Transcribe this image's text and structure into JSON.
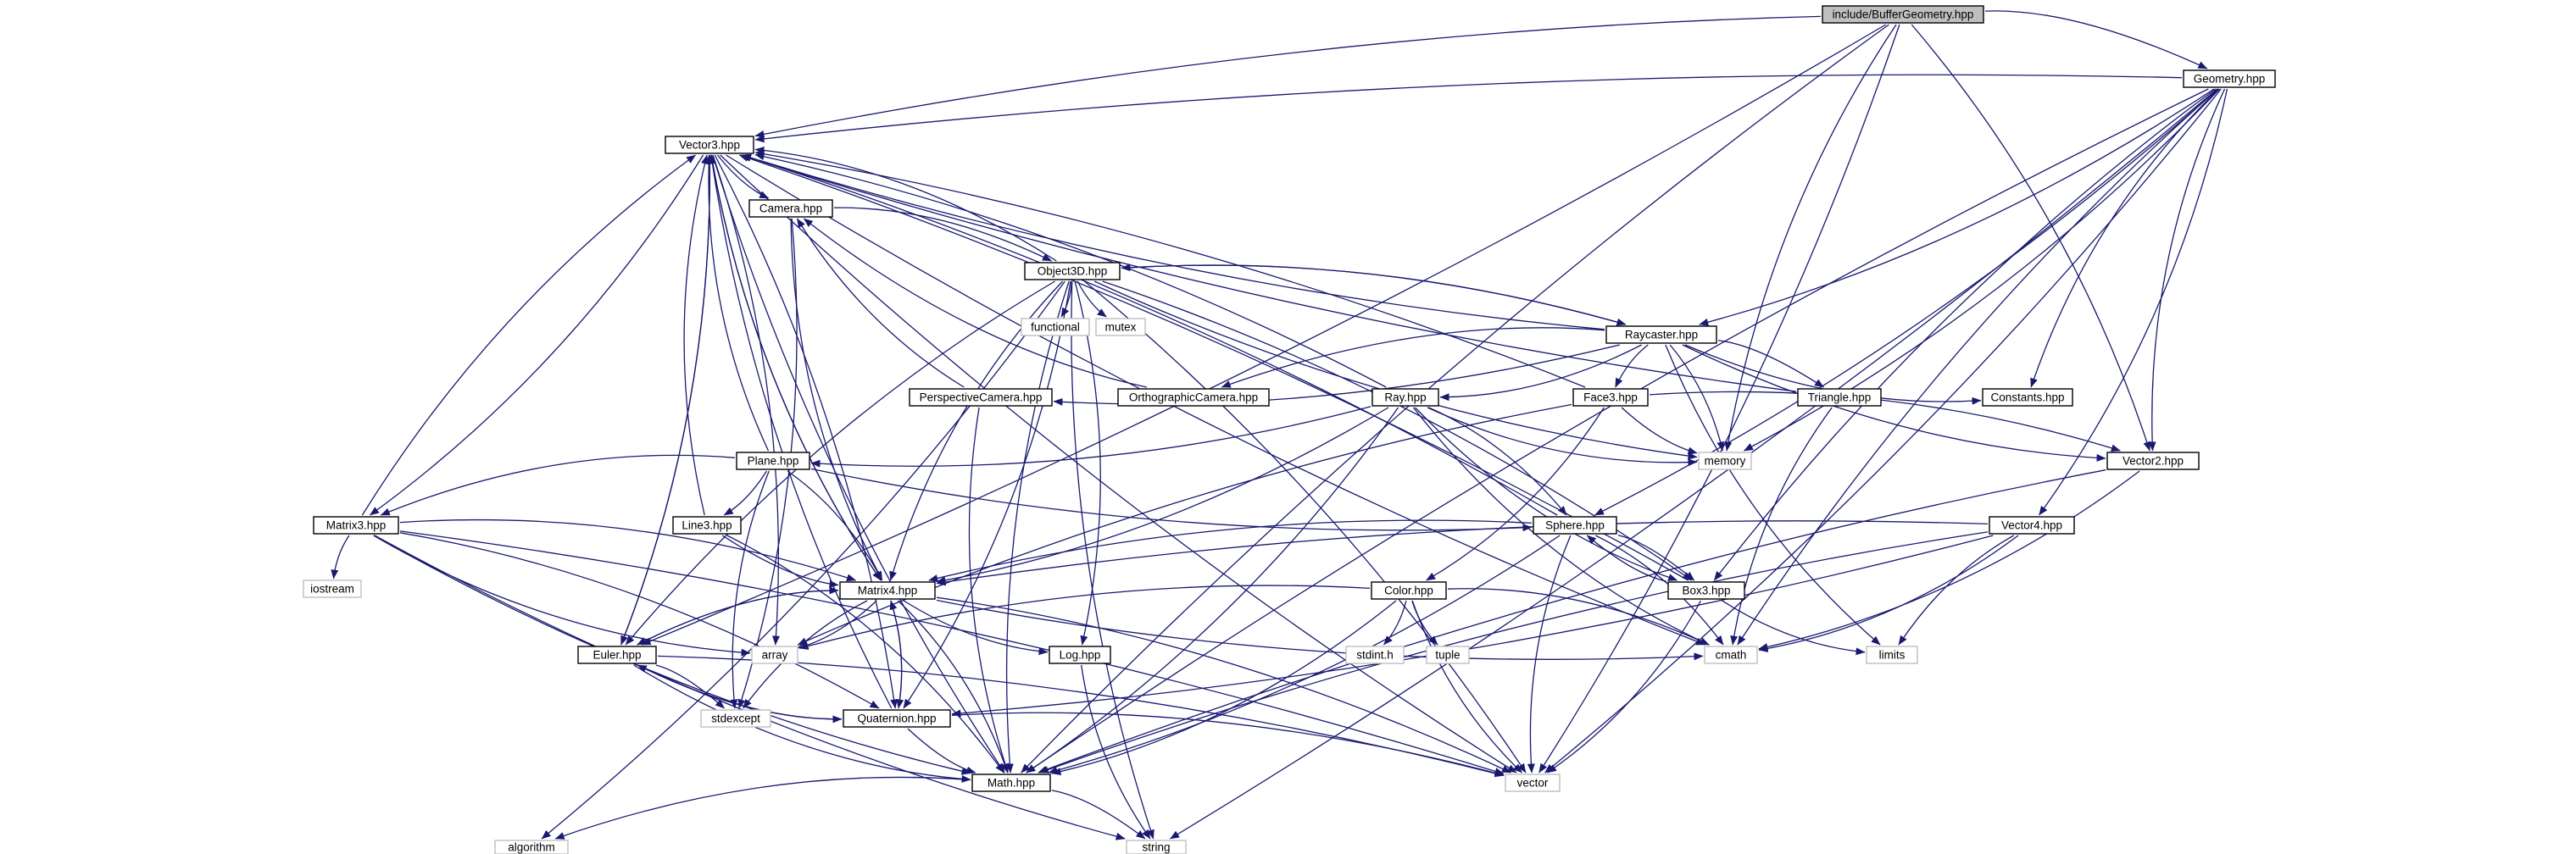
{
  "colors": {
    "edge": "#191970",
    "root_fill": "#bfbfbf",
    "node_border": "#000000",
    "system_border": "#bfbfbf",
    "background": "#ffffff"
  },
  "nodes": [
    {
      "id": "buffergeometry",
      "label": "include/BufferGeometry.hpp",
      "kind": "root"
    },
    {
      "id": "geometry",
      "label": "Geometry.hpp",
      "kind": "header"
    },
    {
      "id": "vector3",
      "label": "Vector3.hpp",
      "kind": "header"
    },
    {
      "id": "camera",
      "label": "Camera.hpp",
      "kind": "header"
    },
    {
      "id": "object3d",
      "label": "Object3D.hpp",
      "kind": "header"
    },
    {
      "id": "functional",
      "label": "functional",
      "kind": "system"
    },
    {
      "id": "mutex",
      "label": "mutex",
      "kind": "system"
    },
    {
      "id": "raycaster",
      "label": "Raycaster.hpp",
      "kind": "header"
    },
    {
      "id": "perspectivecamera",
      "label": "PerspectiveCamera.hpp",
      "kind": "header"
    },
    {
      "id": "orthographiccamera",
      "label": "OrthographicCamera.hpp",
      "kind": "header"
    },
    {
      "id": "ray",
      "label": "Ray.hpp",
      "kind": "header"
    },
    {
      "id": "face3",
      "label": "Face3.hpp",
      "kind": "header"
    },
    {
      "id": "triangle",
      "label": "Triangle.hpp",
      "kind": "header"
    },
    {
      "id": "constants",
      "label": "Constants.hpp",
      "kind": "header"
    },
    {
      "id": "memory",
      "label": "memory",
      "kind": "system"
    },
    {
      "id": "vector2",
      "label": "Vector2.hpp",
      "kind": "header"
    },
    {
      "id": "plane",
      "label": "Plane.hpp",
      "kind": "header"
    },
    {
      "id": "matrix3",
      "label": "Matrix3.hpp",
      "kind": "header"
    },
    {
      "id": "line3",
      "label": "Line3.hpp",
      "kind": "header"
    },
    {
      "id": "sphere",
      "label": "Sphere.hpp",
      "kind": "header"
    },
    {
      "id": "vector4",
      "label": "Vector4.hpp",
      "kind": "header"
    },
    {
      "id": "iostream",
      "label": "iostream",
      "kind": "system"
    },
    {
      "id": "matrix4",
      "label": "Matrix4.hpp",
      "kind": "header"
    },
    {
      "id": "box3",
      "label": "Box3.hpp",
      "kind": "header"
    },
    {
      "id": "color",
      "label": "Color.hpp",
      "kind": "header"
    },
    {
      "id": "array",
      "label": "array",
      "kind": "system"
    },
    {
      "id": "cmath",
      "label": "cmath",
      "kind": "system"
    },
    {
      "id": "stdint",
      "label": "stdint.h",
      "kind": "system"
    },
    {
      "id": "tuple",
      "label": "tuple",
      "kind": "system"
    },
    {
      "id": "limits",
      "label": "limits",
      "kind": "system"
    },
    {
      "id": "euler",
      "label": "Euler.hpp",
      "kind": "header"
    },
    {
      "id": "log",
      "label": "Log.hpp",
      "kind": "header"
    },
    {
      "id": "stdexcept",
      "label": "stdexcept",
      "kind": "system"
    },
    {
      "id": "quaternion",
      "label": "Quaternion.hpp",
      "kind": "header"
    },
    {
      "id": "math",
      "label": "Math.hpp",
      "kind": "header"
    },
    {
      "id": "vector",
      "label": "vector",
      "kind": "system"
    },
    {
      "id": "algorithm",
      "label": "algorithm",
      "kind": "system"
    },
    {
      "id": "string",
      "label": "string",
      "kind": "system"
    }
  ],
  "edges": [
    [
      "buffergeometry",
      "geometry"
    ],
    [
      "buffergeometry",
      "vector3"
    ],
    [
      "buffergeometry",
      "vector2"
    ],
    [
      "buffergeometry",
      "memory"
    ],
    [
      "buffergeometry",
      "vector"
    ],
    [
      "buffergeometry",
      "math"
    ],
    [
      "buffergeometry",
      "euler"
    ],
    [
      "geometry",
      "vector3"
    ],
    [
      "geometry",
      "raycaster"
    ],
    [
      "geometry",
      "constants"
    ],
    [
      "geometry",
      "memory"
    ],
    [
      "geometry",
      "vector2"
    ],
    [
      "geometry",
      "sphere"
    ],
    [
      "geometry",
      "box3"
    ],
    [
      "geometry",
      "vector4"
    ],
    [
      "geometry",
      "cmath"
    ],
    [
      "geometry",
      "vector"
    ],
    [
      "geometry",
      "math"
    ],
    [
      "geometry",
      "string"
    ],
    [
      "vector3",
      "camera"
    ],
    [
      "vector3",
      "matrix3"
    ],
    [
      "vector3",
      "matrix4"
    ],
    [
      "vector3",
      "quaternion"
    ],
    [
      "vector3",
      "math"
    ],
    [
      "vector3",
      "euler"
    ],
    [
      "vector3",
      "cmath"
    ],
    [
      "vector3",
      "array"
    ],
    [
      "vector3",
      "vector"
    ],
    [
      "camera",
      "object3d"
    ],
    [
      "camera",
      "matrix4"
    ],
    [
      "camera",
      "stdexcept"
    ],
    [
      "object3d",
      "vector3"
    ],
    [
      "object3d",
      "functional"
    ],
    [
      "object3d",
      "mutex"
    ],
    [
      "object3d",
      "raycaster"
    ],
    [
      "object3d",
      "matrix4"
    ],
    [
      "object3d",
      "quaternion"
    ],
    [
      "object3d",
      "euler"
    ],
    [
      "object3d",
      "log"
    ],
    [
      "object3d",
      "string"
    ],
    [
      "object3d",
      "vector"
    ],
    [
      "object3d",
      "memory"
    ],
    [
      "object3d",
      "algorithm"
    ],
    [
      "object3d",
      "math"
    ],
    [
      "object3d",
      "box3"
    ],
    [
      "raycaster",
      "object3d"
    ],
    [
      "raycaster",
      "perspectivecamera"
    ],
    [
      "raycaster",
      "orthographiccamera"
    ],
    [
      "raycaster",
      "ray"
    ],
    [
      "raycaster",
      "face3"
    ],
    [
      "raycaster",
      "triangle"
    ],
    [
      "raycaster",
      "constants"
    ],
    [
      "raycaster",
      "memory"
    ],
    [
      "raycaster",
      "vector2"
    ],
    [
      "raycaster",
      "vector3"
    ],
    [
      "raycaster",
      "limits"
    ],
    [
      "perspectivecamera",
      "camera"
    ],
    [
      "perspectivecamera",
      "math"
    ],
    [
      "orthographiccamera",
      "camera"
    ],
    [
      "ray",
      "vector3"
    ],
    [
      "ray",
      "plane"
    ],
    [
      "ray",
      "memory"
    ],
    [
      "ray",
      "sphere"
    ],
    [
      "ray",
      "box3"
    ],
    [
      "ray",
      "matrix4"
    ],
    [
      "ray",
      "cmath"
    ],
    [
      "ray",
      "math"
    ],
    [
      "face3",
      "vector3"
    ],
    [
      "face3",
      "color"
    ],
    [
      "face3",
      "memory"
    ],
    [
      "face3",
      "vector2"
    ],
    [
      "face3",
      "array"
    ],
    [
      "triangle",
      "vector3"
    ],
    [
      "triangle",
      "cmath"
    ],
    [
      "vector2",
      "cmath"
    ],
    [
      "vector2",
      "math"
    ],
    [
      "plane",
      "vector3"
    ],
    [
      "plane",
      "matrix3"
    ],
    [
      "plane",
      "line3"
    ],
    [
      "plane",
      "sphere"
    ],
    [
      "plane",
      "matrix4"
    ],
    [
      "plane",
      "stdexcept"
    ],
    [
      "matrix3",
      "vector3"
    ],
    [
      "matrix3",
      "iostream"
    ],
    [
      "matrix3",
      "matrix4"
    ],
    [
      "matrix3",
      "array"
    ],
    [
      "matrix3",
      "quaternion"
    ],
    [
      "matrix3",
      "math"
    ],
    [
      "matrix3",
      "vector"
    ],
    [
      "matrix3",
      "string"
    ],
    [
      "line3",
      "vector3"
    ],
    [
      "line3",
      "matrix4"
    ],
    [
      "line3",
      "math"
    ],
    [
      "sphere",
      "vector3"
    ],
    [
      "sphere",
      "box3"
    ],
    [
      "sphere",
      "matrix4"
    ],
    [
      "sphere",
      "cmath"
    ],
    [
      "sphere",
      "vector"
    ],
    [
      "sphere",
      "math"
    ],
    [
      "vector4",
      "matrix4"
    ],
    [
      "vector4",
      "cmath"
    ],
    [
      "vector4",
      "limits"
    ],
    [
      "vector4",
      "quaternion"
    ],
    [
      "vector4",
      "math"
    ],
    [
      "matrix4",
      "vector3"
    ],
    [
      "matrix4",
      "euler"
    ],
    [
      "matrix4",
      "array"
    ],
    [
      "matrix4",
      "stdexcept"
    ],
    [
      "matrix4",
      "quaternion"
    ],
    [
      "matrix4",
      "log"
    ],
    [
      "matrix4",
      "math"
    ],
    [
      "matrix4",
      "cmath"
    ],
    [
      "matrix4",
      "vector"
    ],
    [
      "box3",
      "vector3"
    ],
    [
      "box3",
      "sphere"
    ],
    [
      "box3",
      "limits"
    ],
    [
      "box3",
      "vector"
    ],
    [
      "color",
      "array"
    ],
    [
      "color",
      "stdint"
    ],
    [
      "color",
      "tuple"
    ],
    [
      "color",
      "cmath"
    ],
    [
      "color",
      "vector"
    ],
    [
      "color",
      "math"
    ],
    [
      "euler",
      "vector3"
    ],
    [
      "euler",
      "matrix4"
    ],
    [
      "euler",
      "quaternion"
    ],
    [
      "euler",
      "stdexcept"
    ],
    [
      "euler",
      "math"
    ],
    [
      "euler",
      "vector"
    ],
    [
      "log",
      "string"
    ],
    [
      "quaternion",
      "vector3"
    ],
    [
      "quaternion",
      "matrix4"
    ],
    [
      "quaternion",
      "euler"
    ],
    [
      "quaternion",
      "math"
    ],
    [
      "quaternion",
      "vector"
    ],
    [
      "math",
      "algorithm"
    ],
    [
      "math",
      "string"
    ]
  ]
}
